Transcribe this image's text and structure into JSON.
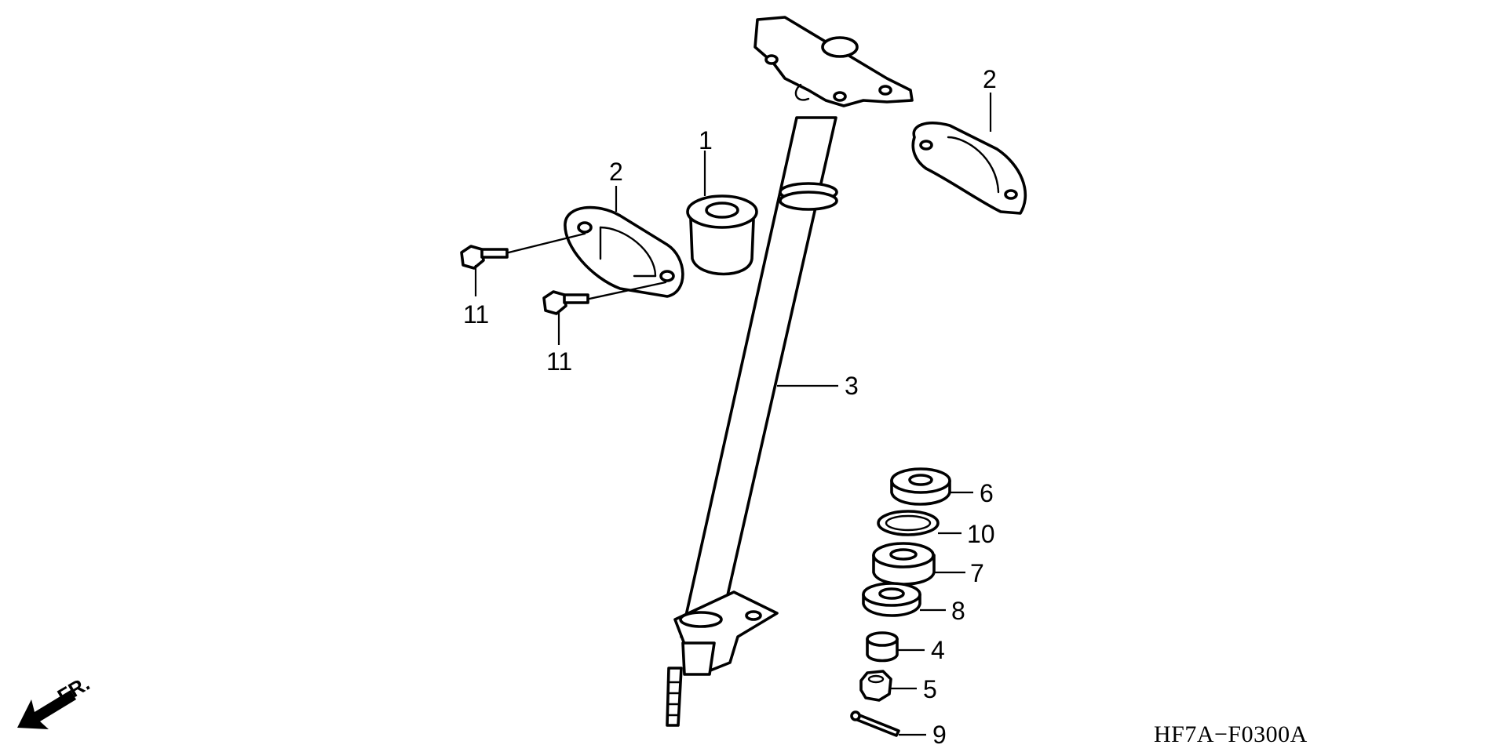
{
  "diagram": {
    "drawing_code": "HF7A−F0300A",
    "direction_label": "FR.",
    "callouts": {
      "c1": "1",
      "c2a": "2",
      "c2b": "2",
      "c3": "3",
      "c4": "4",
      "c5": "5",
      "c6": "6",
      "c7": "7",
      "c8": "8",
      "c9": "9",
      "c10": "10",
      "c11a": "11",
      "c11b": "11"
    }
  }
}
